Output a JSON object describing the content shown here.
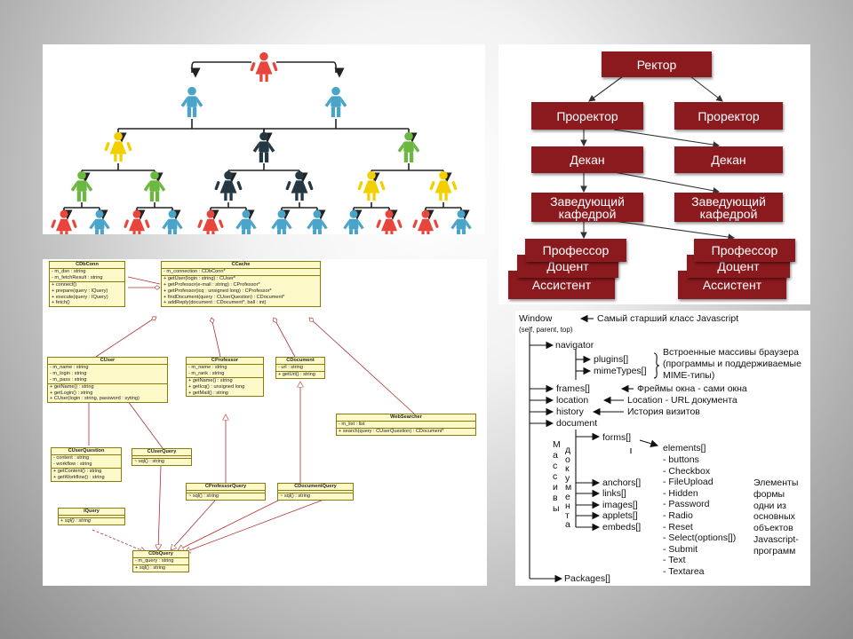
{
  "people_tree": {
    "colors": {
      "red": "#e8453c",
      "blue": "#4aa3c8",
      "yellow": "#f2d000",
      "green": "#6ab83f",
      "dark": "#243844"
    }
  },
  "org_chart": {
    "box_color": "#8b1a1f",
    "rector": "Ректор",
    "prorector_left": "Проректор",
    "prorector_right": "Проректор",
    "dean_left": "Декан",
    "dean_right": "Декан",
    "head_left": "Заведующий кафедрой",
    "head_right": "Заведующий кафедрой",
    "professor_left": "Профессор",
    "docent_left": "Доцент",
    "assistant_left": "Ассистент",
    "professor_right": "Профессор",
    "docent_right": "Доцент",
    "assistant_right": "Ассистент"
  },
  "uml": {
    "cdbconn": {
      "title": "CDbConn",
      "attrs": [
        "- m_dsn : string",
        "- m_fetchResult : string"
      ],
      "ops": [
        "+ connect()",
        "+ prepare(query : IQuery)",
        "+ execute(query : IQuery)",
        "+ fetch()"
      ]
    },
    "ccache": {
      "title": "CCache",
      "attrs": [
        "- m_connection : CDbConn*"
      ],
      "ops": [
        "+ getUser(login : string) : CUser*",
        "+ getProfessor(e-mail : string) : CProfessor*",
        "+ getProfessor(icq : unsigned long) : CProfessor*",
        "+ findDocument(query : CUserQuestion) : CDocument*",
        "+ addReply(document : CDocument*, ball : int)"
      ]
    },
    "cuser": {
      "title": "CUser",
      "attrs": [
        "- m_name : string",
        "- m_login : string",
        "- m_pass : string"
      ],
      "ops": [
        "+ getName() : string",
        "+ getLogin() : string",
        "+ CUser(login : string, password : syting)"
      ]
    },
    "cprofessor": {
      "title": "CProfessor",
      "attrs": [
        "- m_name : string",
        "- m_rank : string"
      ],
      "ops": [
        "+ getName() : string",
        "+ getIcq() : unsigned long",
        "+ getMail() : string"
      ]
    },
    "cdocument": {
      "title": "CDocument",
      "attrs": [
        "- url : string"
      ],
      "ops": [
        "+ getUrl() : string"
      ]
    },
    "websearcher": {
      "title": "WebSearcher",
      "attrs": [
        "- m_list : list"
      ],
      "ops": [
        "+ search(query : CUserQuestion) : CDocument*"
      ]
    },
    "cuserquestion": {
      "title": "CUserQuestion",
      "attrs": [
        "- content : string",
        "- workflow : string"
      ],
      "ops": [
        "+ getContent() : string",
        "+ getWorkflow() : string"
      ]
    },
    "cuserquery": {
      "title": "CUserQuery",
      "attrs": [],
      "ops": [
        "~ sql() : string"
      ]
    },
    "cprofessorquery": {
      "title": "CProfessorQuery",
      "attrs": [],
      "ops": [
        "~ sql() : string"
      ]
    },
    "cdocumentquery": {
      "title": "CDocumentQuery",
      "attrs": [],
      "ops": [
        "~ sql() : string"
      ]
    },
    "iquery": {
      "title": "IQuery",
      "attrs": [],
      "ops": [
        "+ sql() : string"
      ]
    },
    "cdbquery": {
      "title": "CDbQuery",
      "attrs": [
        "- m_query : string"
      ],
      "ops": [
        "+ sql() : string"
      ]
    }
  },
  "dom": {
    "window": "Window",
    "window_sub": "(self, parent, top)",
    "window_note": "Самый старший класс Javascript",
    "navigator": "navigator",
    "plugins": "plugins[]",
    "mimetypes": "mimeTypes[]",
    "builtin_note_1": "Встроенные массивы браузера",
    "builtin_note_2": "(программы и поддерживаемые",
    "builtin_note_3": "MIME-типы)",
    "frames": "frames[]",
    "frames_note": "Фреймы окна - сами окна",
    "location": "location",
    "location_note": "Location - URL документа",
    "history": "history",
    "history_note": "История визитов",
    "document": "document",
    "forms": "forms[]",
    "elements": "elements[]",
    "element_items": [
      "- buttons",
      "- Checkbox",
      "- FileUpload",
      "- Hidden",
      "- Password",
      "- Radio",
      "- Reset",
      "- Select(options[])",
      "- Submit",
      "- Text",
      "- Textarea"
    ],
    "arrays_col1": [
      "М",
      "а",
      "с",
      "с",
      "и",
      "в",
      "ы"
    ],
    "arrays_col2": [
      "д",
      "о",
      "к",
      "у",
      "м",
      "е",
      "н",
      "т",
      "а"
    ],
    "anchors": "anchors[]",
    "links": "links[]",
    "images": "images[]",
    "applets": "applets[]",
    "embeds": "embeds[]",
    "form_elements_note": [
      "Элементы",
      "формы",
      "одни из",
      "основных",
      "объектов",
      "Javascript-",
      "программ"
    ],
    "packages": "Packages[]"
  }
}
